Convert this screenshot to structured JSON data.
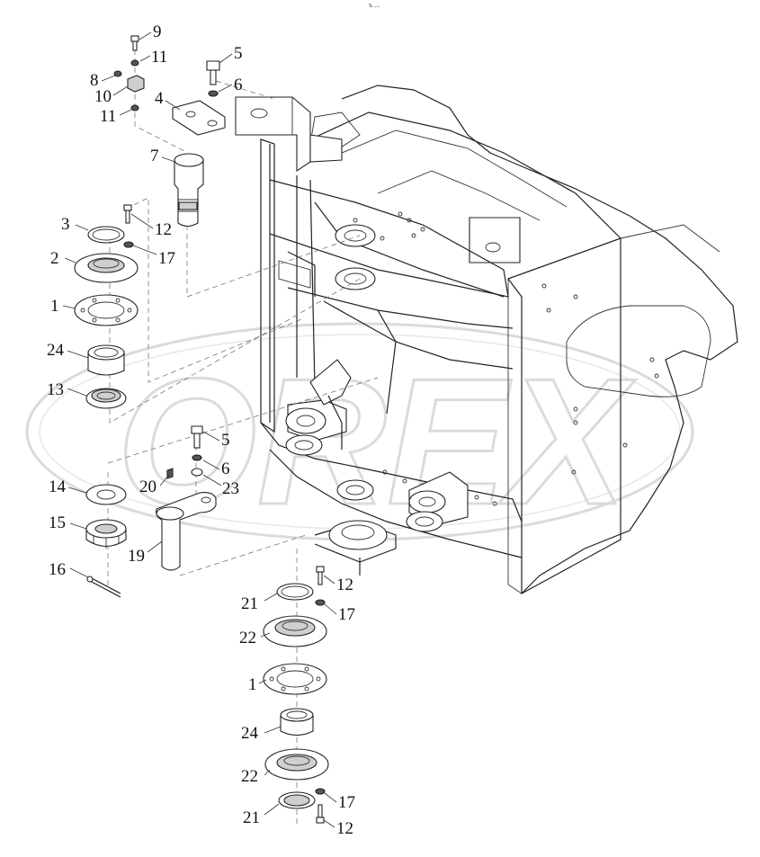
{
  "header_mark": "ъ ...",
  "watermark": {
    "text": "OREX"
  },
  "callouts": [
    {
      "label": "9"
    },
    {
      "label": "11"
    },
    {
      "label": "8"
    },
    {
      "label": "10"
    },
    {
      "label": "11"
    },
    {
      "label": "5"
    },
    {
      "label": "6"
    },
    {
      "label": "4"
    },
    {
      "label": "7"
    },
    {
      "label": "3"
    },
    {
      "label": "12"
    },
    {
      "label": "17"
    },
    {
      "label": "2"
    },
    {
      "label": "1"
    },
    {
      "label": "24"
    },
    {
      "label": "13"
    },
    {
      "label": "5"
    },
    {
      "label": "6"
    },
    {
      "label": "20"
    },
    {
      "label": "23"
    },
    {
      "label": "14"
    },
    {
      "label": "15"
    },
    {
      "label": "19"
    },
    {
      "label": "16"
    },
    {
      "label": "12"
    },
    {
      "label": "21"
    },
    {
      "label": "17"
    },
    {
      "label": "22"
    },
    {
      "label": "1"
    },
    {
      "label": "24"
    },
    {
      "label": "22"
    },
    {
      "label": "17"
    },
    {
      "label": "21"
    },
    {
      "label": "12"
    }
  ]
}
